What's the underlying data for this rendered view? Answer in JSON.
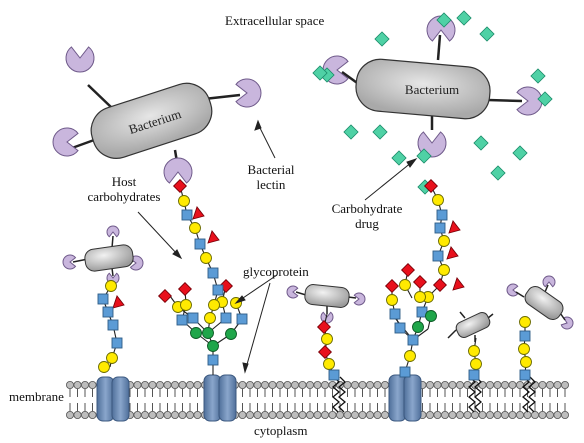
{
  "labels": {
    "extracellular": "Extracellular space",
    "cytoplasm": "cytoplasm",
    "membrane": "membrane",
    "glycoprotein": "glycoprotein",
    "bacterial_lectin_l1": "Bacterial",
    "bacterial_lectin_l2": "lectin",
    "host_carbs_l1": "Host",
    "host_carbs_l2": "carbohydrates",
    "carb_drug_l1": "Carbohydrate",
    "carb_drug_l2": "drug",
    "bacterium_left": "Bacterium",
    "bacterium_right": "Bacterium"
  },
  "colors": {
    "lectin": "#c9b6dd",
    "bacterium": "#c8c8c8",
    "drug": "#4fd1a5",
    "galactose": "#ffea00",
    "glcnac": "#5b9bd5",
    "fucose": "#e8101c",
    "mannose": "#1fa64a",
    "sialic": "#e8101c",
    "membrane_protein": "#6f8fb8"
  },
  "symbol_legend_icons": [
    "galactose-circle-icon",
    "glcnac-square-icon",
    "fucose-triangle-icon",
    "sialic-diamond-icon",
    "mannose-circle-icon"
  ]
}
